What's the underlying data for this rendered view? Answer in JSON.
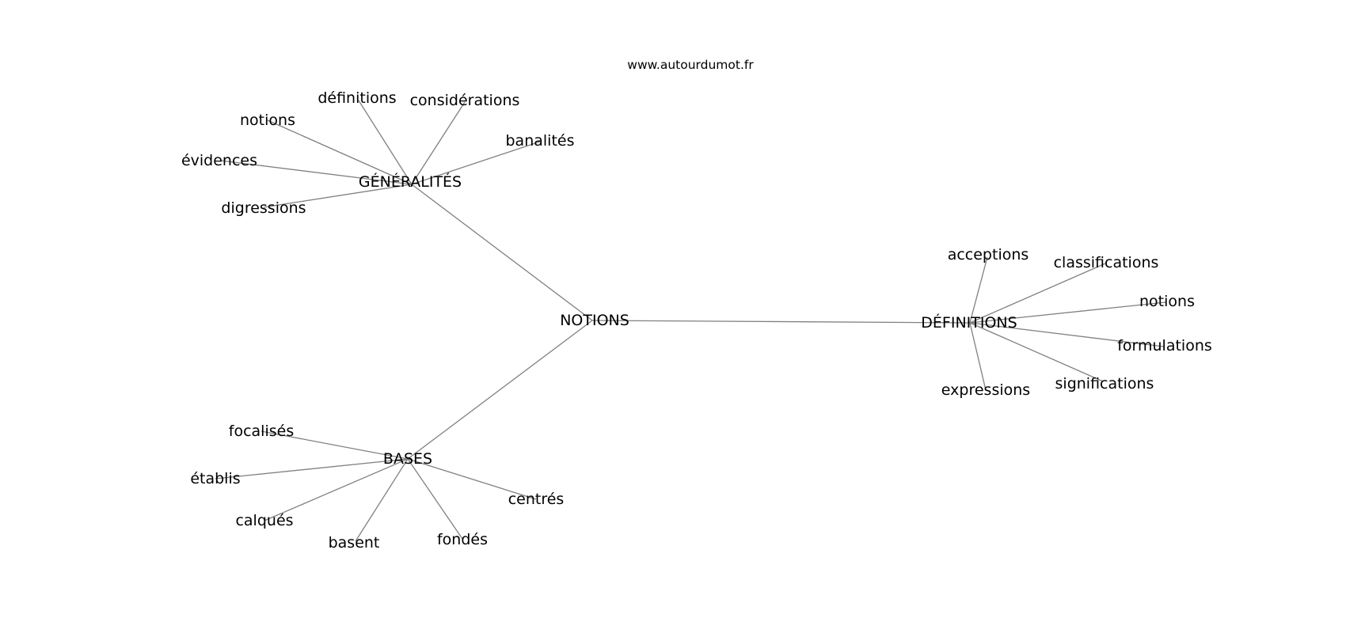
{
  "site": "www.autourdumot.fr",
  "graph": {
    "center": "NOTIONS",
    "groups": [
      {
        "label": "GÉNÉRALITÉS",
        "words": [
          "définitions",
          "considérations",
          "notions",
          "banalités",
          "évidences",
          "digressions"
        ]
      },
      {
        "label": "DÉFINITIONS",
        "words": [
          "acceptions",
          "classifications",
          "notions",
          "formulations",
          "significations",
          "expressions"
        ]
      },
      {
        "label": "BASES",
        "words": [
          "focalisés",
          "établis",
          "centrés",
          "calqués",
          "fondés",
          "basent"
        ]
      }
    ]
  }
}
